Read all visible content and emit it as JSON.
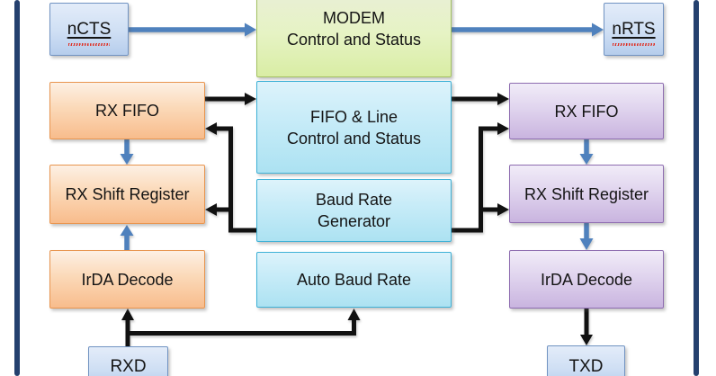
{
  "diagram": {
    "boxes": {
      "ncts": "nCTS",
      "modem": "MODEM\nControl and Status",
      "nrts": "nRTS",
      "rx_fifo_left": "RX FIFO",
      "fifo_line_control": "FIFO & Line\nControl and Status",
      "rx_fifo_right": "RX FIFO",
      "rx_shift_register_left": "RX Shift Register",
      "baud_rate_generator": "Baud Rate\nGenerator",
      "rx_shift_register_right": "RX Shift Register",
      "irda_decode_left": "IrDA Decode",
      "auto_baud_rate": "Auto Baud Rate",
      "irda_decode_right": "IrDA Decode",
      "rxd": "RXD",
      "txd": "TXD"
    },
    "colors": {
      "frame_border": "#24406e",
      "signal_arrow_blue": "#4f81bd",
      "data_arrow_black": "#111111",
      "pin_box_fill": "#cfdff4",
      "pin_box_border": "#7193c2",
      "modem_box_fill": "#e0efb4",
      "modem_box_border": "#a3c162",
      "rx_column_fill": "#fbd9b8",
      "rx_column_border": "#e8954f",
      "control_column_fill": "#c4eaf7",
      "control_column_border": "#3fb1d6",
      "tx_column_fill": "#ddcfec",
      "tx_column_border": "#8e6db0"
    }
  }
}
